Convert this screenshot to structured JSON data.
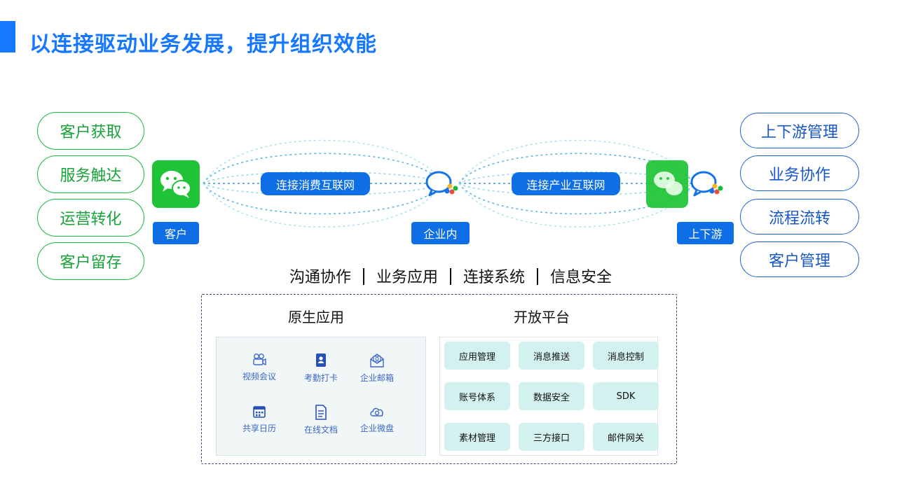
{
  "title": "以连接驱动业务发展，提升组织效能",
  "left_pills": [
    "客户获取",
    "服务触达",
    "运营转化",
    "客户留存"
  ],
  "right_pills": [
    "上下游管理",
    "业务协作",
    "流程流转",
    "客户管理"
  ],
  "nodes": {
    "customer": "客户",
    "enterprise": "企业内",
    "partners": "上下游"
  },
  "links": {
    "consumer": "连接消费互联网",
    "industry": "连接产业互联网"
  },
  "features": [
    "沟通协作",
    "业务应用",
    "连接系统",
    "信息安全"
  ],
  "native": {
    "title": "原生应用",
    "apps": [
      {
        "label": "视频会议",
        "icon": "video-camera-icon"
      },
      {
        "label": "考勤打卡",
        "icon": "attendance-badge-icon"
      },
      {
        "label": "企业邮箱",
        "icon": "mail-icon"
      },
      {
        "label": "共享日历",
        "icon": "calendar-icon"
      },
      {
        "label": "在线文档",
        "icon": "document-icon"
      },
      {
        "label": "企业微盘",
        "icon": "cloud-drive-icon"
      }
    ]
  },
  "open": {
    "title": "开放平台",
    "items": [
      "应用管理",
      "消息推送",
      "消息控制",
      "账号体系",
      "数据安全",
      "SDK",
      "素材管理",
      "三方接口",
      "邮件网关"
    ]
  },
  "colors": {
    "primary": "#1677ff",
    "chip": "#0d6ee6",
    "green": "#19b840",
    "navy": "#1d64d6",
    "capability": "#d3f1ef"
  }
}
